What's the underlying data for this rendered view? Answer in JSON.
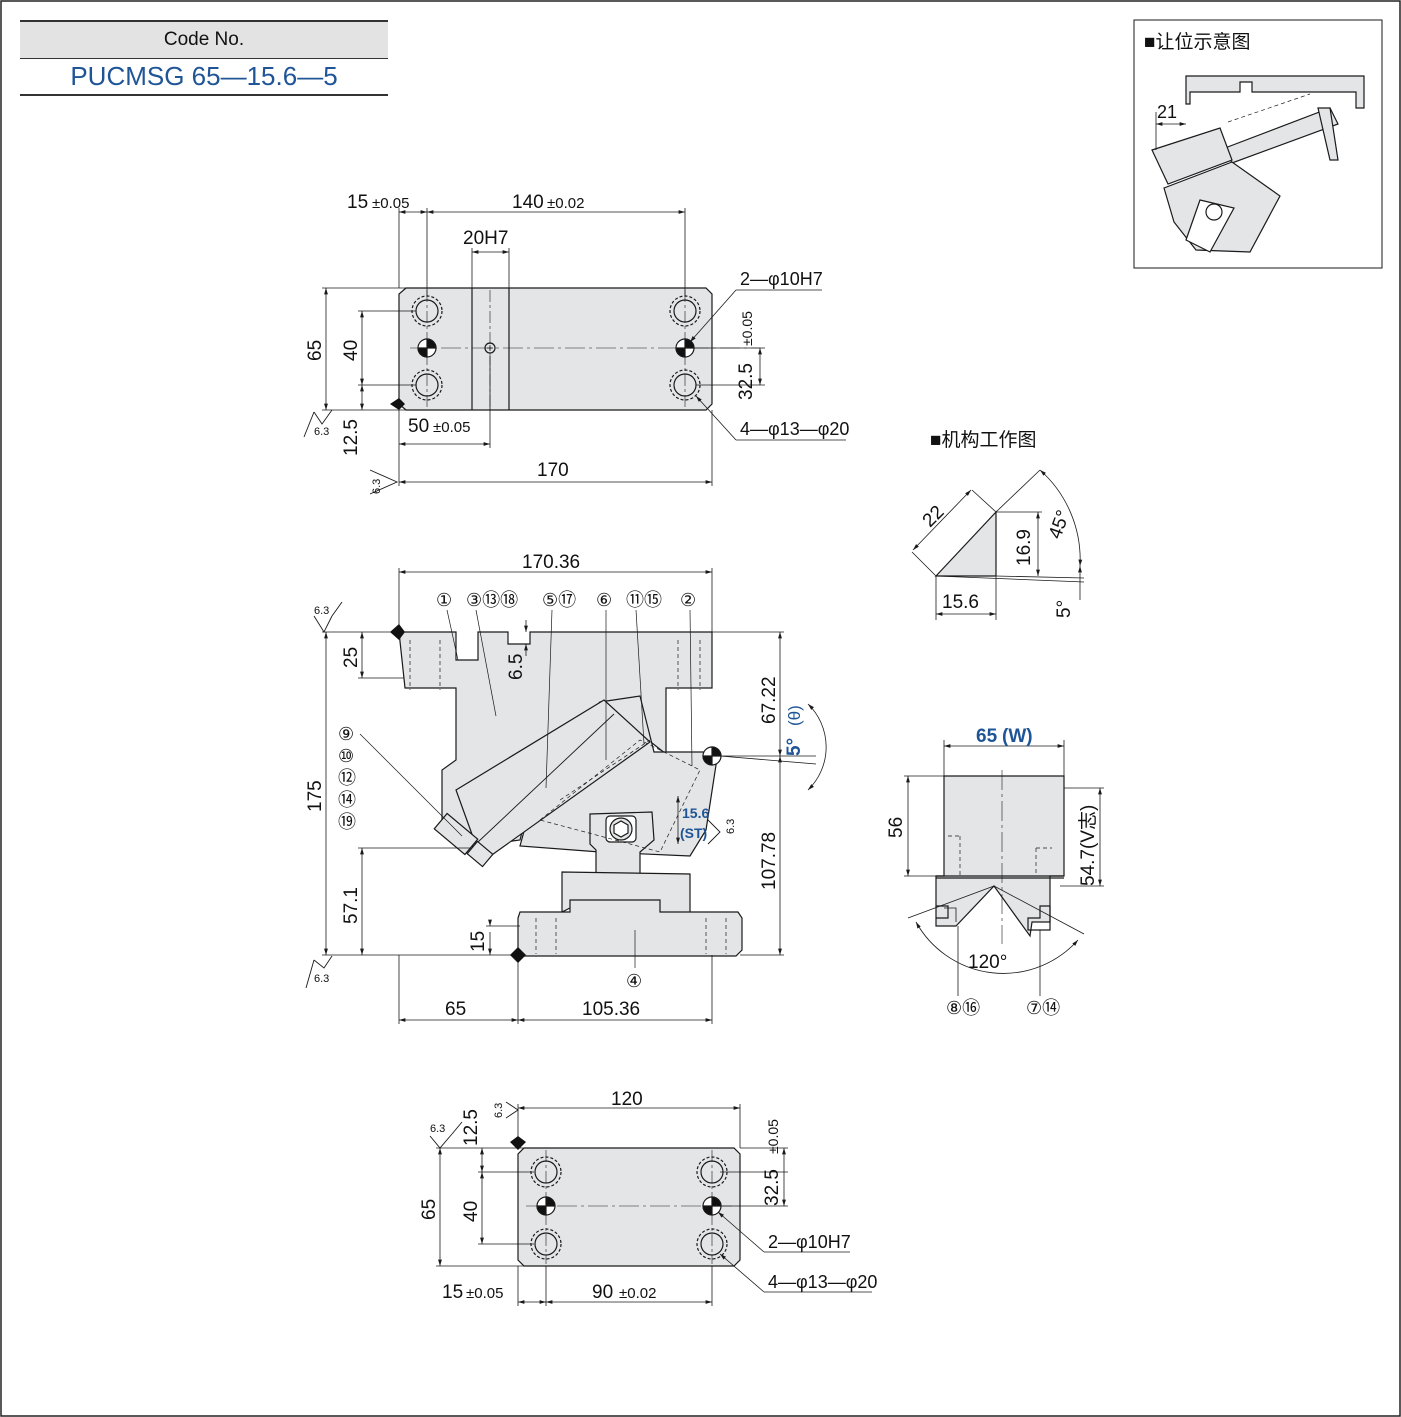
{
  "code": {
    "header": "Code No.",
    "value": "PUCMSG 65—15.6—5"
  },
  "sections": {
    "clearance_title": "■让位示意图",
    "mechanism_title": "■机构工作图"
  },
  "top_view": {
    "dim_15": "15",
    "tol_15": "±0.05",
    "dim_140": "140",
    "tol_140": "±0.02",
    "dim_20h7": "20H7",
    "dim_65": "65",
    "dim_40": "40",
    "dim_12_5": "12.5",
    "dim_50": "50",
    "tol_50": "±0.05",
    "dim_170": "170",
    "dim_32_5": "32.5",
    "tol_32_5": "±0.05",
    "hole_pin": "2—φ10H7",
    "hole_bolt": "4—φ13—φ20",
    "rough_a": "6.3",
    "rough_b": "6.3"
  },
  "front_view": {
    "dim_170_36": "170.36",
    "dim_25": "25",
    "dim_6_5": "6.5",
    "dim_67_22": "67.22",
    "angle_5": "5°",
    "theta": "(θ)",
    "dim_175": "175",
    "dim_107_78": "107.78",
    "stroke": "15.6",
    "stroke_label": "(ST)",
    "dim_57_1": "57.1",
    "dim_15": "15",
    "dim_65": "65",
    "dim_105_36": "105.36",
    "rough_top": "6.3",
    "rough_bottom": "6.3",
    "rough_side": "6.3",
    "parts_top": [
      "①",
      "③⑬⑱",
      "⑤⑰",
      "⑥",
      "⑪⑮",
      "②"
    ],
    "parts_left": [
      "⑨",
      "⑩",
      "⑫",
      "⑭",
      "⑲"
    ],
    "part_bottom": "④"
  },
  "mechanism": {
    "dim_22": "22",
    "dim_16_9": "16.9",
    "angle_45": "45°",
    "dim_15_6": "15.6",
    "angle_5": "5°"
  },
  "side_view": {
    "dim_65w": "65",
    "w_label": "(W)",
    "dim_56": "56",
    "dim_54_7": "54.7(V志)",
    "angle_120": "120°",
    "parts_left": "⑧⑯",
    "parts_right": "⑦⑭"
  },
  "bottom_view": {
    "dim_120": "120",
    "dim_12_5": "12.5",
    "dim_65": "65",
    "dim_40": "40",
    "dim_32_5": "32.5",
    "tol_32_5": "±0.05",
    "dim_15": "15",
    "tol_15": "±0.05",
    "dim_90": "90",
    "tol_90": "±0.02",
    "hole_pin": "2—φ10H7",
    "hole_bolt": "4—φ13—φ20",
    "rough_a": "6.3",
    "rough_b": "6.3"
  },
  "clearance": {
    "dim_21": "21"
  },
  "colors": {
    "part_fill": "#e3e5e7",
    "line": "#1a1a1a",
    "accent_blue": "#1f5596",
    "code_header": "#e3e3e3"
  }
}
